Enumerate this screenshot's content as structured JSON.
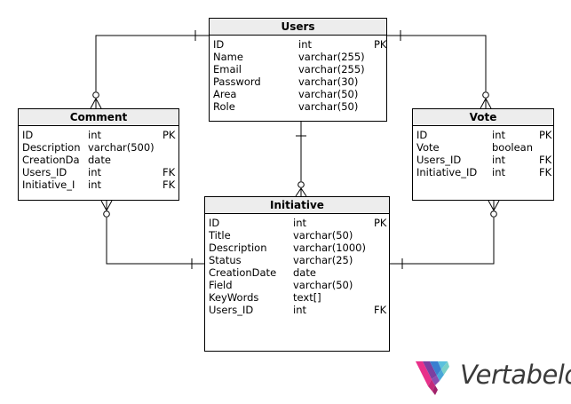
{
  "entities": {
    "users": {
      "name": "Users",
      "columns": [
        {
          "name": "ID",
          "type": "int",
          "key": "PK"
        },
        {
          "name": "Name",
          "type": "varchar(255)",
          "key": ""
        },
        {
          "name": "Email",
          "type": "varchar(255)",
          "key": ""
        },
        {
          "name": "Password",
          "type": "varchar(30)",
          "key": ""
        },
        {
          "name": "Area",
          "type": "varchar(50)",
          "key": ""
        },
        {
          "name": "Role",
          "type": "varchar(50)",
          "key": ""
        }
      ]
    },
    "comment": {
      "name": "Comment",
      "columns": [
        {
          "name": "ID",
          "type": "int",
          "key": "PK"
        },
        {
          "name": "Description",
          "type": "varchar(500)",
          "key": ""
        },
        {
          "name": "CreationDa",
          "type": "date",
          "key": ""
        },
        {
          "name": "Users_ID",
          "type": "int",
          "key": "FK"
        },
        {
          "name": "Initiative_I",
          "type": "int",
          "key": "FK"
        }
      ]
    },
    "vote": {
      "name": "Vote",
      "columns": [
        {
          "name": "ID",
          "type": "int",
          "key": "PK"
        },
        {
          "name": "Vote",
          "type": "boolean",
          "key": ""
        },
        {
          "name": "Users_ID",
          "type": "int",
          "key": "FK"
        },
        {
          "name": "Initiative_ID",
          "type": "int",
          "key": "FK"
        }
      ]
    },
    "initiative": {
      "name": "Initiative",
      "columns": [
        {
          "name": "ID",
          "type": "int",
          "key": "PK"
        },
        {
          "name": "Title",
          "type": "varchar(50)",
          "key": ""
        },
        {
          "name": "Description",
          "type": "varchar(1000)",
          "key": ""
        },
        {
          "name": "Status",
          "type": "varchar(25)",
          "key": ""
        },
        {
          "name": "CreationDate",
          "type": "date",
          "key": ""
        },
        {
          "name": "Field",
          "type": "varchar(50)",
          "key": ""
        },
        {
          "name": "KeyWords",
          "type": "text[]",
          "key": ""
        },
        {
          "name": "Users_ID",
          "type": "int",
          "key": "FK"
        }
      ]
    }
  },
  "logo": {
    "text": "Vertabelo"
  },
  "colors": {
    "header_bg": "#ededed",
    "line": "#000000",
    "logo_text": "#3a3a3a"
  }
}
